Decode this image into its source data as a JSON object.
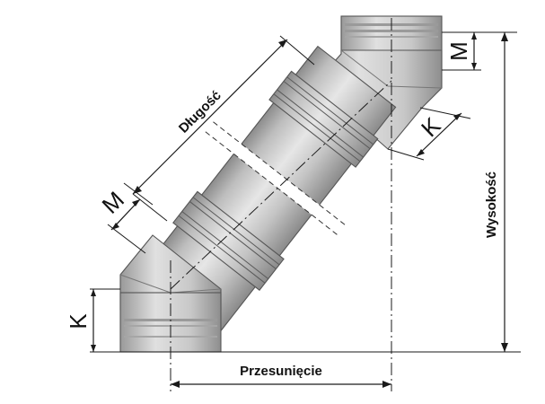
{
  "labels": {
    "length": "Długość",
    "height": "Wysokość",
    "offset": "Przesunięcie",
    "m_top": "M",
    "k_top": "K",
    "m_left": "M",
    "k_left": "K"
  }
}
